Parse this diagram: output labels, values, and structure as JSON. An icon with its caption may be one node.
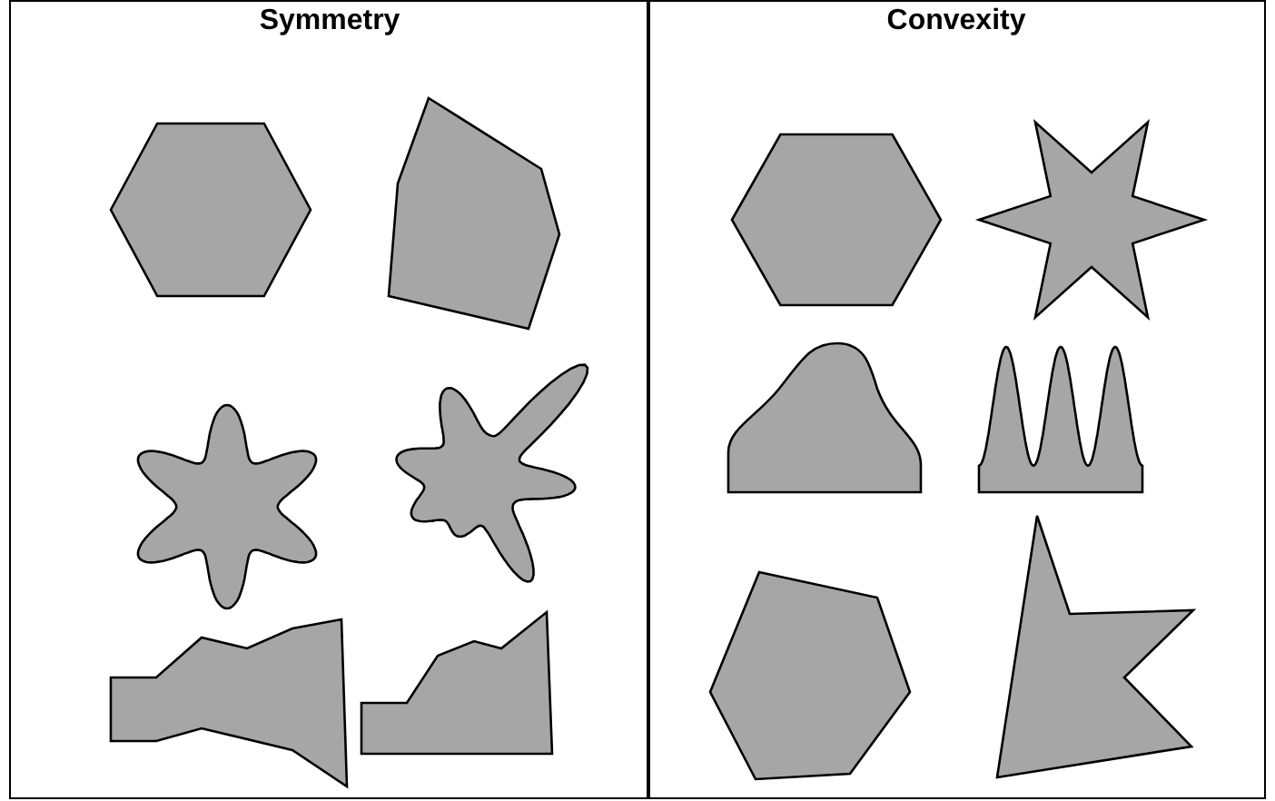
{
  "diagram": {
    "nodes": [
      {
        "text": [
          "Symmetry"
        ]
      },
      {
        "text": [
          "Convexity"
        ]
      },
      {
        "text": [],
        "shape": "hexagon",
        "in": 0
      },
      {
        "text": [],
        "shape": "polygon",
        "in": 0
      },
      {
        "text": [],
        "shape": "blob",
        "in": 0
      },
      {
        "text": [],
        "shape": "blob",
        "in": 0
      },
      {
        "text": [],
        "shape": "polygon",
        "in": 0
      },
      {
        "text": [],
        "shape": "polygon",
        "in": 0
      },
      {
        "text": [],
        "shape": "hexagon",
        "in": 1
      },
      {
        "text": [],
        "shape": "star",
        "in": 1
      },
      {
        "text": [],
        "shape": "blob",
        "in": 1
      },
      {
        "text": [],
        "shape": "wave",
        "in": 1
      },
      {
        "text": [],
        "shape": "polygon",
        "in": 1
      },
      {
        "text": [],
        "shape": "polygon",
        "in": 1
      }
    ]
  }
}
